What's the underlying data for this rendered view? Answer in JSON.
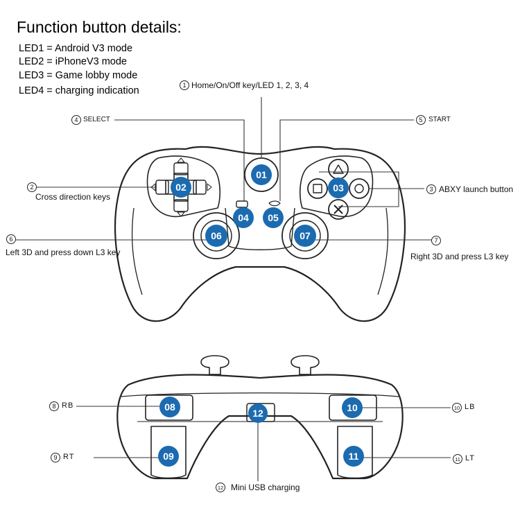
{
  "heading": "Function button details:",
  "led_lines": [
    "LED1 = Android V3 mode",
    "LED2 = iPhoneV3 mode",
    "LED3 = Game lobby mode",
    "LED4 = charging indication"
  ],
  "callouts": {
    "c1": {
      "num": "1",
      "text": "Home/On/Off key/LED 1, 2, 3, 4"
    },
    "c2": {
      "num": "2",
      "text": "Cross direction keys"
    },
    "c3": {
      "num": "3",
      "text": "ABXY launch button"
    },
    "c4": {
      "num": "4",
      "text": "SELECT"
    },
    "c5": {
      "num": "5",
      "text": "START"
    },
    "c6": {
      "num": "6",
      "text": "Left 3D and press down L3 key"
    },
    "c7": {
      "num": "7",
      "text": "Right 3D and press L3 key"
    },
    "c8": {
      "num": "8",
      "text": "RB"
    },
    "c9": {
      "num": "9",
      "text": "RT"
    },
    "c10": {
      "num": "10",
      "text": "LB"
    },
    "c11": {
      "num": "11",
      "text": "LT"
    },
    "c12": {
      "num": "12",
      "text": "Mini USB charging"
    }
  },
  "badges": [
    "01",
    "02",
    "03",
    "04",
    "05",
    "06",
    "07",
    "08",
    "09",
    "10",
    "11",
    "12"
  ],
  "colors": {
    "badge": "#1c6bb0",
    "line": "#333333",
    "outline": "#222222"
  }
}
